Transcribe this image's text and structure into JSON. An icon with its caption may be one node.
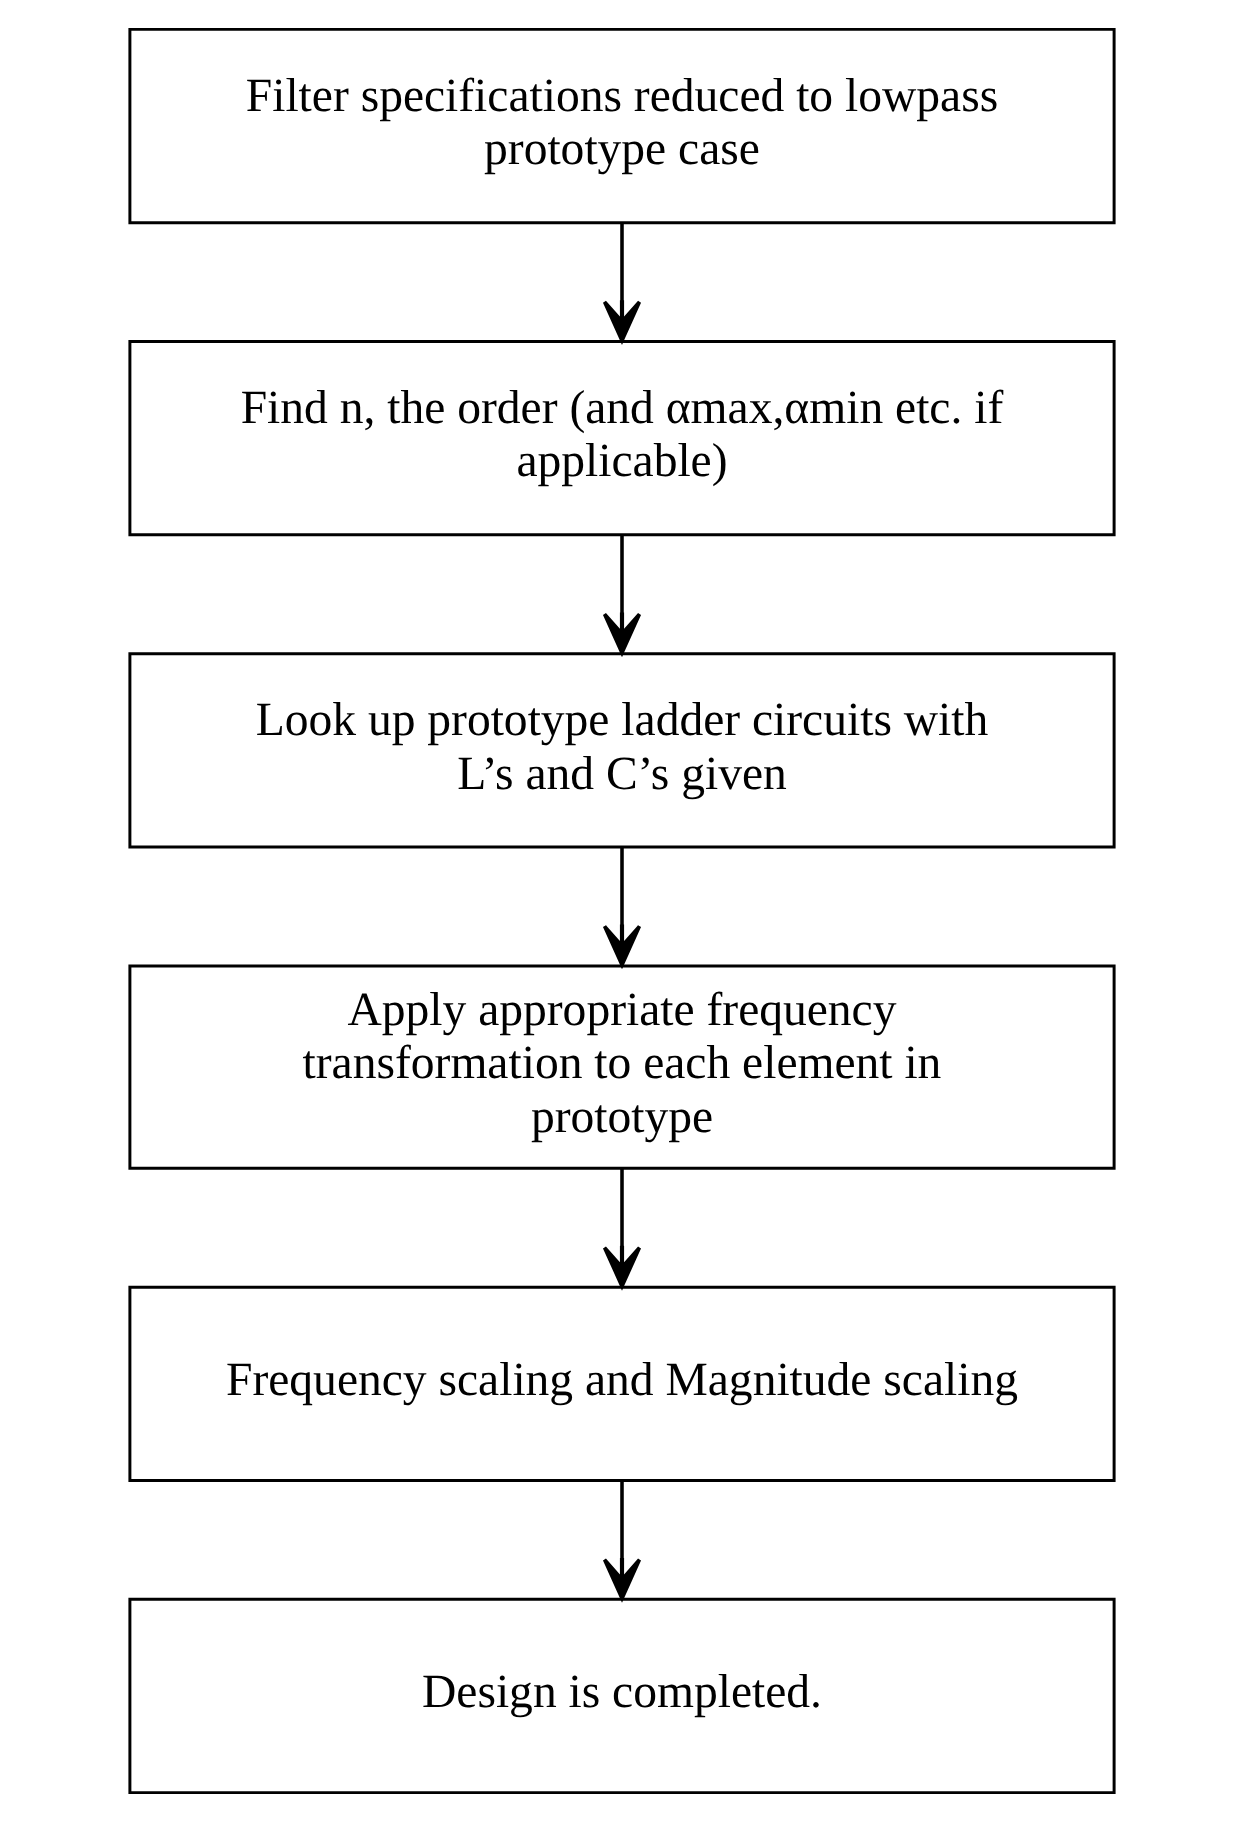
{
  "diagram": {
    "nodes": [
      {
        "text": [
          "Filter specifications reduced to lowpass prototype case"
        ]
      },
      {
        "text": [
          "Find n, the order (and αmax,αmin etc. if applicable)"
        ]
      },
      {
        "text": [
          "Look up prototype ladder circuits with L’s and C’s given"
        ]
      },
      {
        "text": [
          "Apply appropriate frequency transformation to each element in prototype"
        ]
      },
      {
        "text": [
          "Frequency scaling and Magnitude scaling"
        ]
      },
      {
        "text": [
          "Design is completed."
        ]
      }
    ],
    "edges": [
      {
        "from": 0,
        "to": 1,
        "arrow": "to"
      },
      {
        "from": 1,
        "to": 2,
        "arrow": "to"
      },
      {
        "from": 2,
        "to": 3,
        "arrow": "to"
      },
      {
        "from": 3,
        "to": 4,
        "arrow": "to"
      },
      {
        "from": 4,
        "to": 5,
        "arrow": "to"
      }
    ]
  }
}
